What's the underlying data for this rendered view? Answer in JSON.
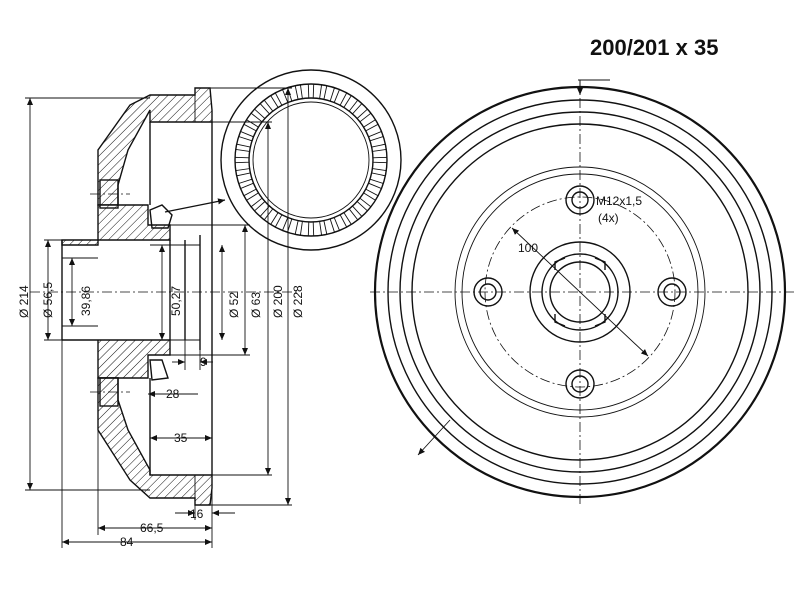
{
  "title": "200/201 x 35",
  "thread_spec": "M12x1,5",
  "thread_count": "(4x)",
  "dimensions": {
    "d214": "Ø 214",
    "d56_5": "Ø 56,5",
    "d39_86": "39,86",
    "d50_27": "50,27",
    "d52": "Ø 52",
    "d63": "Ø 63",
    "d200": "Ø 200",
    "d228": "Ø 228",
    "w9": "9",
    "w28": "28",
    "w35": "35",
    "w16": "16",
    "w66_5": "66,5",
    "w84": "84",
    "pcd100": "100"
  }
}
